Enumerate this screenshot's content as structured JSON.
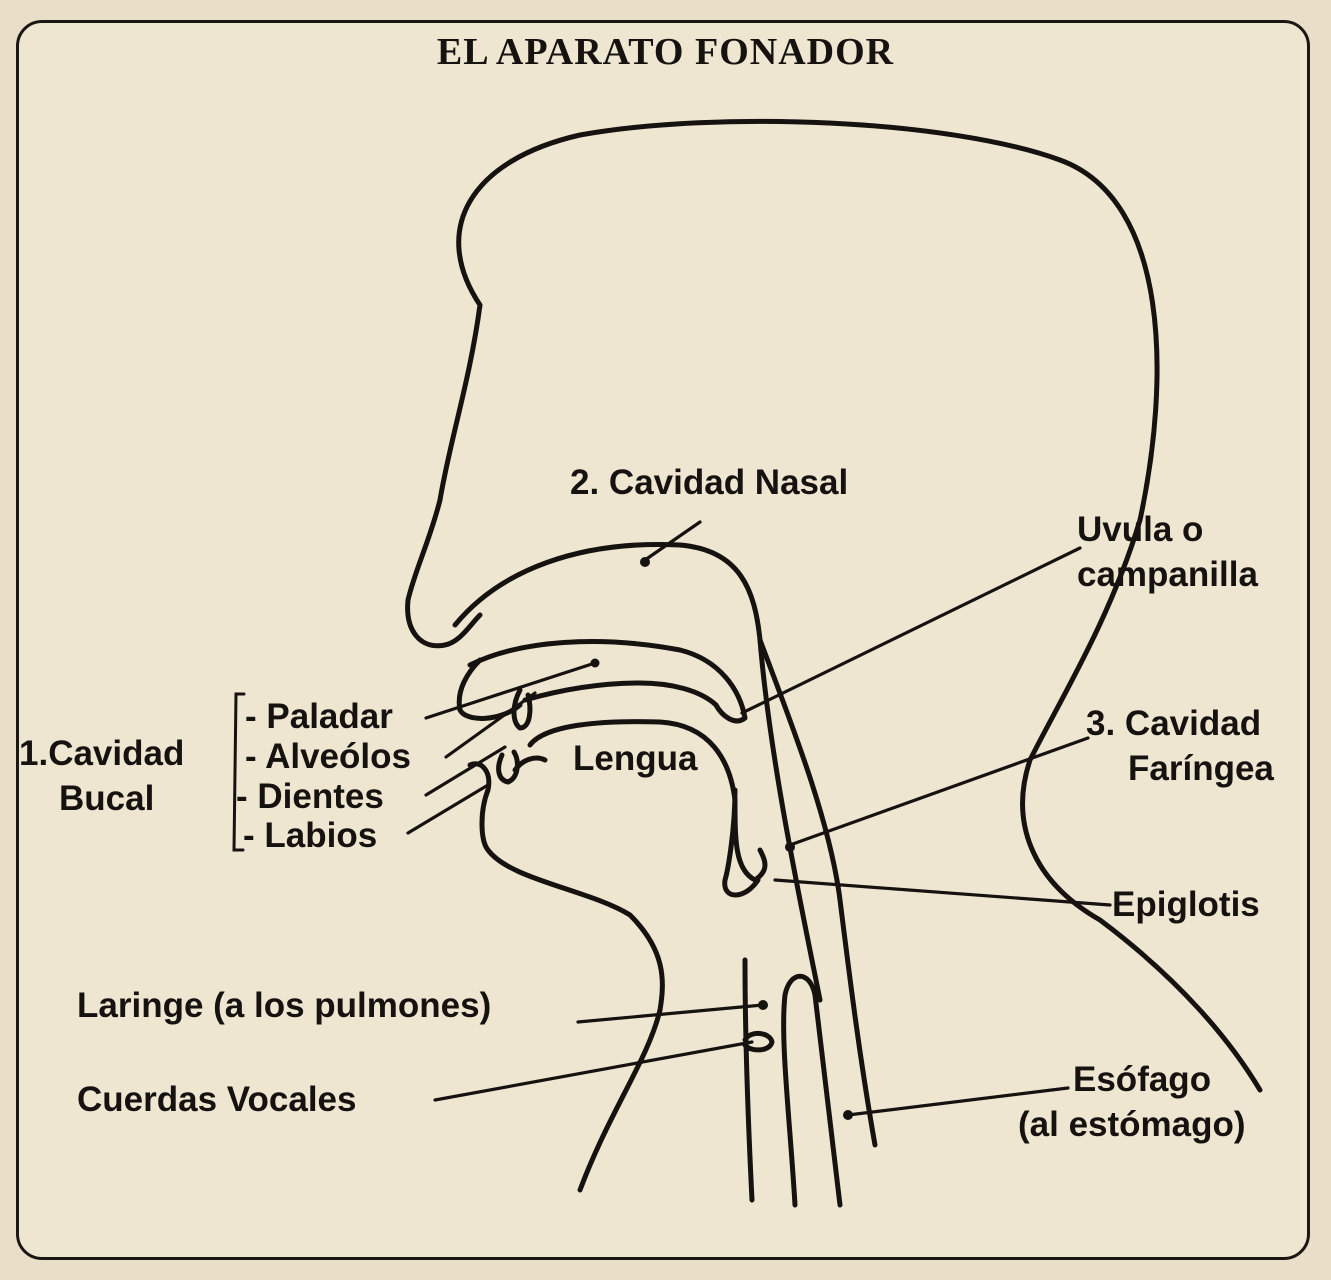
{
  "title": "EL APARATO FONADOR",
  "labels": {
    "nasal": "2. Cavidad Nasal",
    "uvula_1": "Uvula o",
    "uvula_2": "campanilla",
    "faringea_1": "3. Cavidad",
    "faringea_2": "Faríngea",
    "bucal_1": "1.Cavidad",
    "bucal_2": "Bucal",
    "paladar": "- Paladar",
    "alveolos": "- Alveólos",
    "dientes": "- Dientes",
    "labios": "- Labios",
    "lengua": "Lengua",
    "epiglotis": "Epiglotis",
    "laringe": "Laringe (a los pulmones)",
    "cuerdas": "Cuerdas Vocales",
    "esofago_1": "Esófago",
    "esofago_2": "(al estómago)"
  },
  "colors": {
    "ink": "#161210",
    "paper": "#efe6d1"
  }
}
